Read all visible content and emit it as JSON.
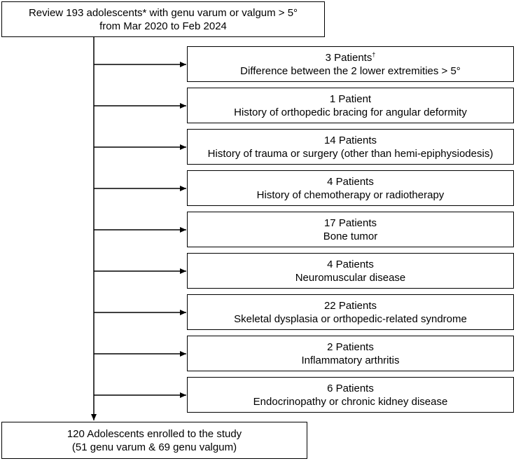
{
  "start": {
    "line1": "Review 193 adolescents* with genu varum or valgum > 5°",
    "line2": "from Mar 2020 to Feb 2024"
  },
  "exclusions": [
    {
      "count": "3 Patients",
      "mark": "†",
      "reason": "Difference between the 2 lower extremities > 5°"
    },
    {
      "count": "1 Patient",
      "mark": "",
      "reason": "History of orthopedic bracing for angular deformity"
    },
    {
      "count": "14 Patients",
      "mark": "",
      "reason": "History of trauma or surgery (other than hemi-epiphysiodesis)"
    },
    {
      "count": "4 Patients",
      "mark": "",
      "reason": "History of chemotherapy or radiotherapy"
    },
    {
      "count": "17 Patients",
      "mark": "",
      "reason": "Bone tumor"
    },
    {
      "count": "4 Patients",
      "mark": "",
      "reason": "Neuromuscular disease"
    },
    {
      "count": "22 Patients",
      "mark": "",
      "reason": "Skeletal dysplasia or orthopedic-related syndrome"
    },
    {
      "count": "2 Patients",
      "mark": "",
      "reason": "Inflammatory arthritis"
    },
    {
      "count": "6 Patients",
      "mark": "",
      "reason": "Endocrinopathy or chronic kidney disease"
    }
  ],
  "end": {
    "line1": "120 Adolescents enrolled to the study",
    "line2": "(51 genu varum & 69 genu valgum)"
  }
}
